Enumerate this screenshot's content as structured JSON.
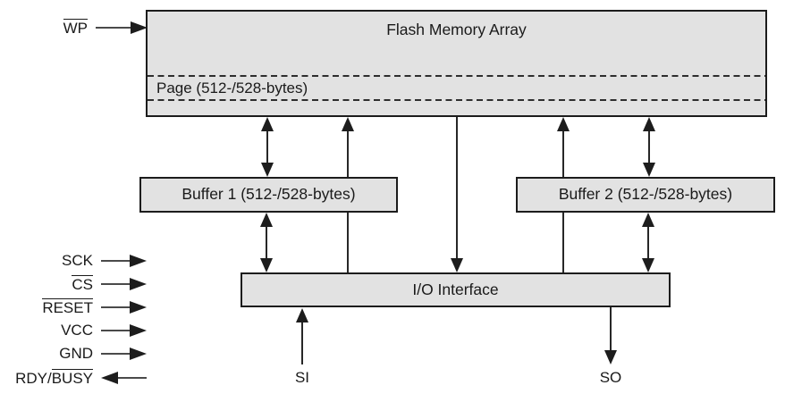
{
  "blocks": {
    "flash": {
      "label": "Flash Memory Array"
    },
    "page": {
      "label": "Page (512-/528-bytes)"
    },
    "buffer1": {
      "label": "Buffer 1 (512-/528-bytes)"
    },
    "buffer2": {
      "label": "Buffer 2 (512-/528-bytes)"
    },
    "io": {
      "label": "I/O Interface"
    }
  },
  "signals": {
    "wp": {
      "pre": "",
      "over": "WP",
      "direction": "input"
    },
    "left": [
      {
        "pre": "SCK",
        "over": "",
        "direction": "input"
      },
      {
        "pre": "",
        "over": "CS",
        "direction": "input"
      },
      {
        "pre": "",
        "over": "RESET",
        "direction": "input"
      },
      {
        "pre": "VCC",
        "over": "",
        "direction": "input"
      },
      {
        "pre": "GND",
        "over": "",
        "direction": "input"
      },
      {
        "pre": "RDY/",
        "over": "BUSY",
        "direction": "output"
      }
    ],
    "si": {
      "label": "SI",
      "direction": "input"
    },
    "so": {
      "label": "SO",
      "direction": "output"
    }
  },
  "connections": [
    {
      "from": "WP",
      "to": "Flash Memory Array",
      "arrow": "single"
    },
    {
      "from": "Flash Memory Array",
      "to": "Buffer 1",
      "arrow": "bidirectional"
    },
    {
      "from": "I/O Interface",
      "to": "Flash Memory Array",
      "arrow": "single-up",
      "note": "passes behind Buffer 1"
    },
    {
      "from": "Flash Memory Array",
      "to": "I/O Interface",
      "arrow": "single-down"
    },
    {
      "from": "I/O Interface",
      "to": "Flash Memory Array",
      "arrow": "single-up",
      "note": "passes behind Buffer 2"
    },
    {
      "from": "Flash Memory Array",
      "to": "Buffer 2",
      "arrow": "bidirectional"
    },
    {
      "from": "Buffer 1",
      "to": "I/O Interface",
      "arrow": "bidirectional"
    },
    {
      "from": "Buffer 2",
      "to": "I/O Interface",
      "arrow": "bidirectional"
    },
    {
      "from": "SI",
      "to": "I/O Interface",
      "arrow": "single-up"
    },
    {
      "from": "I/O Interface",
      "to": "SO",
      "arrow": "single-down"
    }
  ],
  "colors": {
    "box_fill": "#e2e2e2",
    "box_border": "#1c1c1c",
    "line": "#272727",
    "text": "#1a1a1a",
    "background": "#ffffff"
  }
}
